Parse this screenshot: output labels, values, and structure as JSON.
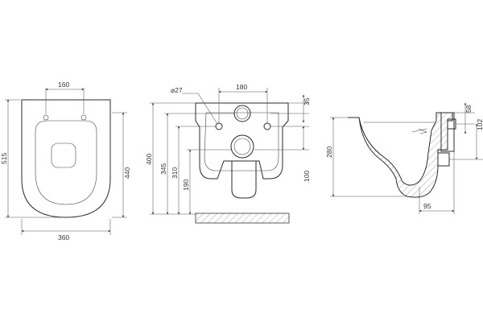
{
  "diagram": {
    "type": "technical-drawing",
    "views": [
      "top-view",
      "rear-view",
      "side-section"
    ]
  },
  "top_view": {
    "dim_width": "360",
    "dim_holes": "160",
    "dim_length_total": "515",
    "dim_length_bowl": "440"
  },
  "rear_view": {
    "dim_hole_diameter": "⌀27",
    "dim_hole_spacing": "180",
    "dim_400": "400",
    "dim_345": "345",
    "dim_310": "310",
    "dim_190": "190",
    "dim_35": "35",
    "dim_100": "100"
  },
  "side_view": {
    "dim_280": "280",
    "dim_58": "58",
    "dim_102": "102",
    "dim_95": "95"
  }
}
